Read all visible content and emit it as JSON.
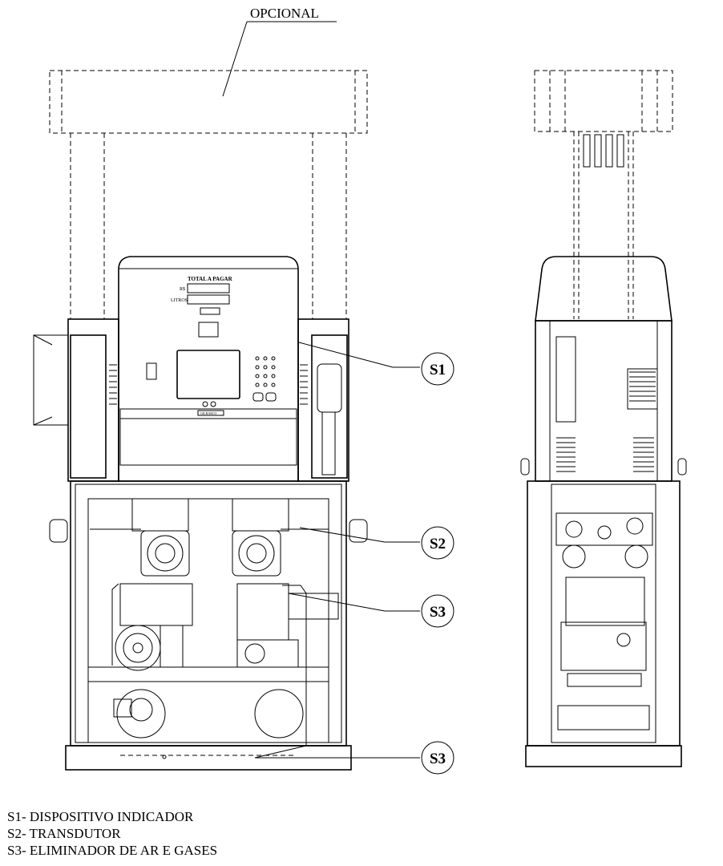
{
  "diagram": {
    "optional_label": "OPCIONAL",
    "callouts": [
      {
        "id": "S1",
        "label": "S1"
      },
      {
        "id": "S2",
        "label": "S2"
      },
      {
        "id": "S3a",
        "label": "S3"
      },
      {
        "id": "S3b",
        "label": "S3"
      }
    ],
    "display_header": "TOTAL A PAGAR",
    "display_row_currency": "R$",
    "display_row_volume": "LITROS",
    "brand_plate": "GILBARCO"
  },
  "legend": {
    "items": [
      "S1- DISPOSITIVO INDICADOR",
      "S2- TRANSDUTOR",
      "S3- ELIMINADOR DE AR E GASES"
    ]
  }
}
